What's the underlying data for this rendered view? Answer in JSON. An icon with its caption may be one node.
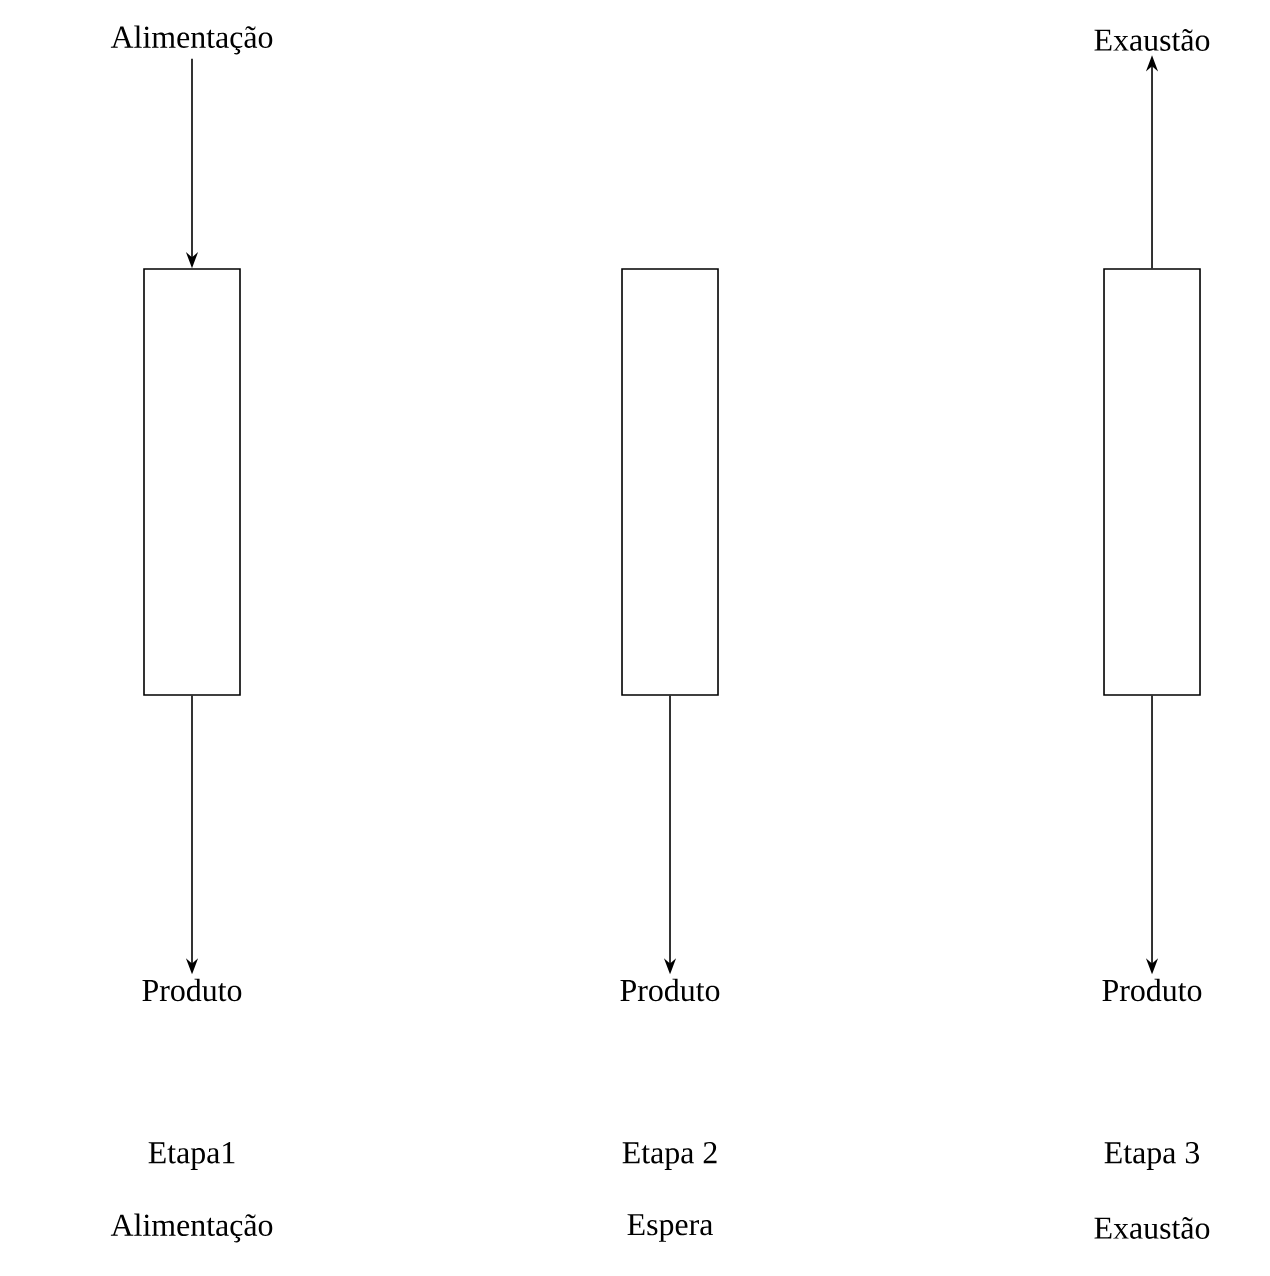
{
  "diagram": {
    "nodes": [
      {
        "text": [
          "Alimentação"
        ]
      },
      {
        "text": [],
        "shape": "box"
      },
      {
        "text": [
          "Produto"
        ]
      },
      {
        "text": [],
        "shape": "box"
      },
      {
        "text": [
          "Produto"
        ]
      },
      {
        "text": [
          "Exaustão"
        ]
      },
      {
        "text": [],
        "shape": "box"
      },
      {
        "text": [
          "Produto"
        ]
      }
    ],
    "edges": [
      {
        "from": 0,
        "to": 1,
        "arrow": "to"
      },
      {
        "from": 1,
        "to": 2,
        "arrow": "to"
      },
      {
        "from": 3,
        "to": 4,
        "arrow": "to"
      },
      {
        "from": 6,
        "to": 5,
        "arrow": "to"
      },
      {
        "from": 6,
        "to": 7,
        "arrow": "to"
      }
    ],
    "labels": [
      "Etapa1",
      "Etapa 2",
      "Etapa 3",
      "Alimentação",
      "Espera",
      "Exaustão"
    ]
  }
}
